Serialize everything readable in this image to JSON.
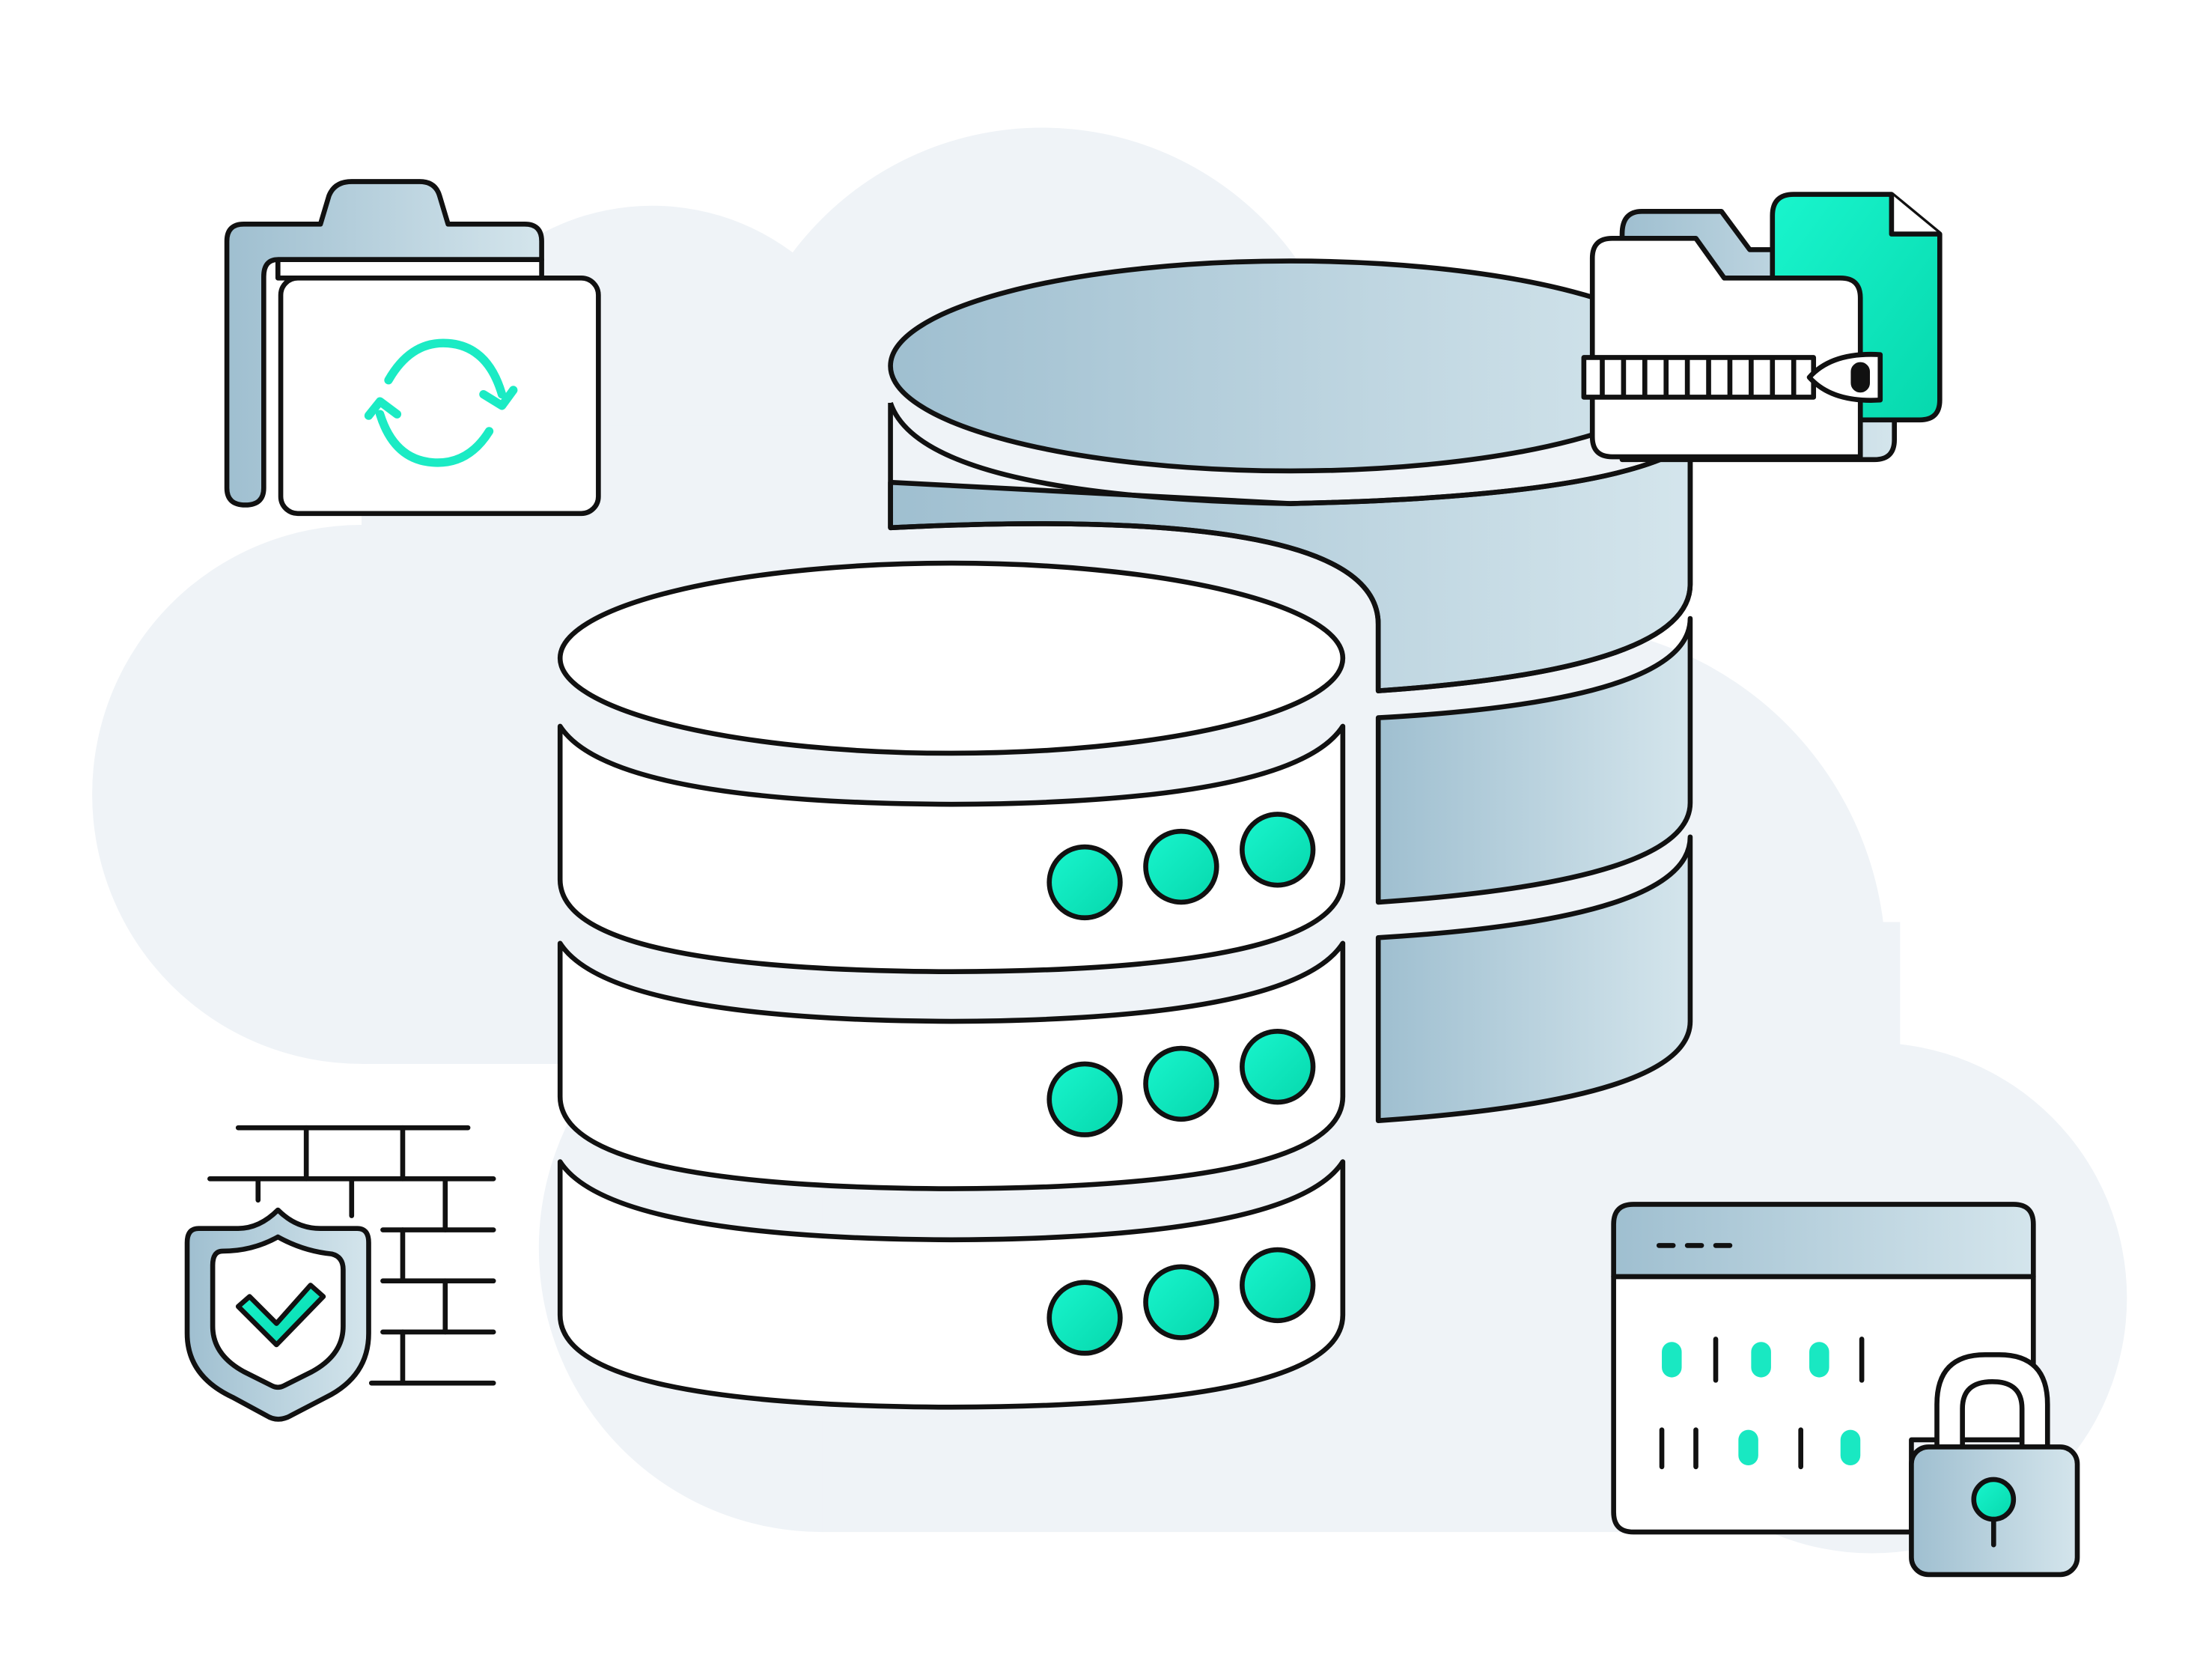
{
  "illustration": {
    "colors": {
      "background": "#ffffff",
      "cloud": "#eff3f7",
      "outline": "#111111",
      "teal": "#0fe8be",
      "teal_light": "#19f5cd",
      "steel_dark": "#9fbfd0",
      "steel_light": "#d4e5ec",
      "white": "#ffffff"
    },
    "elements": [
      {
        "name": "background-cloud"
      },
      {
        "name": "back-database-cylinder"
      },
      {
        "name": "front-database-stack"
      },
      {
        "name": "server-status-lights",
        "rows": 3,
        "lights_per_row": 3
      },
      {
        "name": "sync-folder-icon"
      },
      {
        "name": "zipped-archive-icon"
      },
      {
        "name": "firewall-shield-icon"
      },
      {
        "name": "encrypted-window-icon"
      },
      {
        "name": "padlock-icon"
      }
    ]
  }
}
